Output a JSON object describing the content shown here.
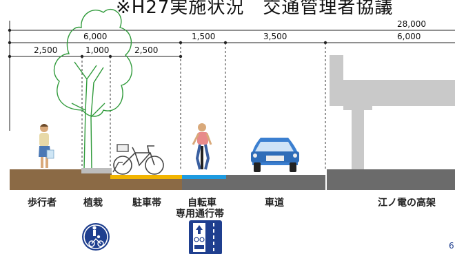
{
  "title": "※H27実施状況　交通管理者協議",
  "dimensions": {
    "total": "28,000",
    "six_a": "6,000",
    "six_b": "6,000",
    "one_five": "1,500",
    "three_five": "3,500",
    "two_five_a": "2,500",
    "one_zero": "1,000",
    "two_five_b": "2,500"
  },
  "zones": {
    "sidewalk": "歩行者",
    "planting": "植栽",
    "parking": "駐車帯",
    "bike_line1": "自転車",
    "bike_line2": "専用通行帯",
    "roadway": "車道",
    "railway": "江ノ電の高架"
  },
  "page_mark": "6",
  "colors": {
    "sidewalk": "#8b6a45",
    "parking_line": "#f2b400",
    "bike_lane": "#1e9be0",
    "road": "#6b6b6b",
    "viaduct": "#c9c9c9",
    "sign_blue": "#1f3f8f"
  }
}
